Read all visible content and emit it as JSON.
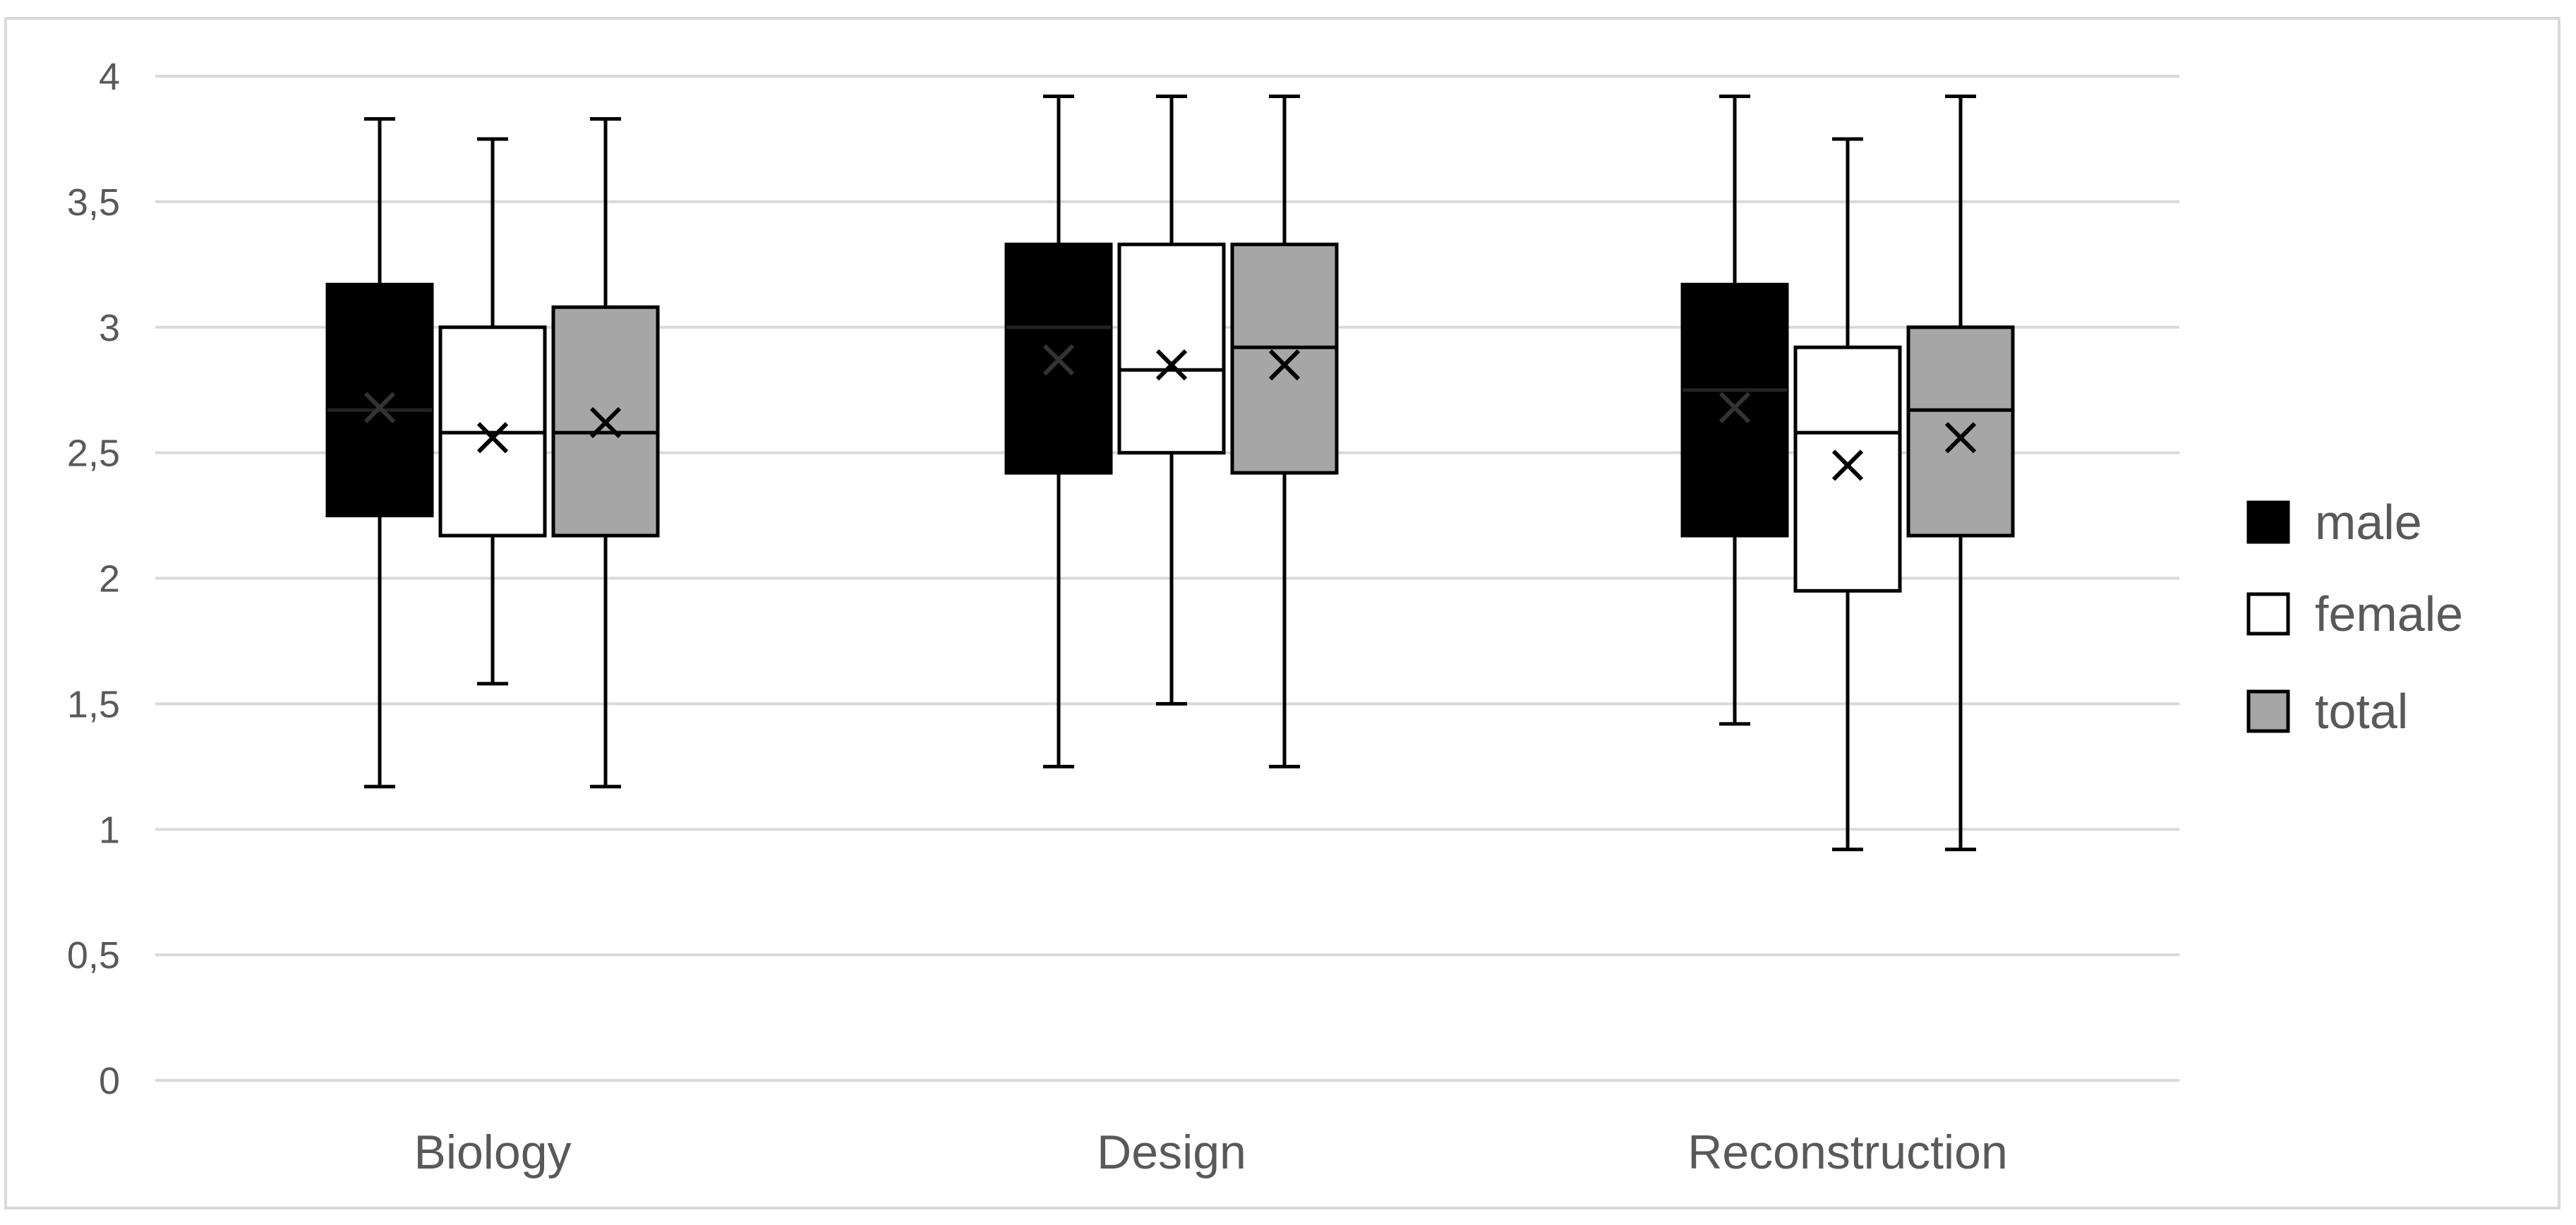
{
  "colors": {
    "male": "#000000",
    "female": "#ffffff",
    "total": "#a6a6a6",
    "gridline": "#d9d9d9",
    "axis_text": "#595959"
  },
  "chart_data": {
    "type": "boxplot",
    "title": "",
    "xlabel": "",
    "ylabel": "",
    "ylim": [
      0,
      4
    ],
    "y_ticks": [
      "0",
      "0,5",
      "1",
      "1,5",
      "2",
      "2,5",
      "3",
      "3,5",
      "4"
    ],
    "grid": true,
    "legend_position": "right",
    "categories": [
      "Biology",
      "Design",
      "Reconstruction"
    ],
    "series": [
      {
        "name": "male",
        "boxes": [
          {
            "min": 1.17,
            "q1": 2.25,
            "median": 2.67,
            "q3": 3.17,
            "max": 3.83,
            "mean": 2.68
          },
          {
            "min": 1.25,
            "q1": 2.42,
            "median": 3.0,
            "q3": 3.33,
            "max": 3.92,
            "mean": 2.87
          },
          {
            "min": 1.42,
            "q1": 2.17,
            "median": 2.75,
            "q3": 3.17,
            "max": 3.92,
            "mean": 2.68
          }
        ]
      },
      {
        "name": "female",
        "boxes": [
          {
            "min": 1.58,
            "q1": 2.17,
            "median": 2.58,
            "q3": 3.0,
            "max": 3.75,
            "mean": 2.56
          },
          {
            "min": 1.5,
            "q1": 2.5,
            "median": 2.83,
            "q3": 3.33,
            "max": 3.92,
            "mean": 2.85
          },
          {
            "min": 0.92,
            "q1": 1.95,
            "median": 2.58,
            "q3": 2.92,
            "max": 3.75,
            "mean": 2.45
          }
        ]
      },
      {
        "name": "total",
        "boxes": [
          {
            "min": 1.17,
            "q1": 2.17,
            "median": 2.58,
            "q3": 3.08,
            "max": 3.83,
            "mean": 2.62
          },
          {
            "min": 1.25,
            "q1": 2.42,
            "median": 2.92,
            "q3": 3.33,
            "max": 3.92,
            "mean": 2.85
          },
          {
            "min": 0.92,
            "q1": 2.17,
            "median": 2.67,
            "q3": 3.0,
            "max": 3.92,
            "mean": 2.56
          }
        ]
      }
    ]
  }
}
